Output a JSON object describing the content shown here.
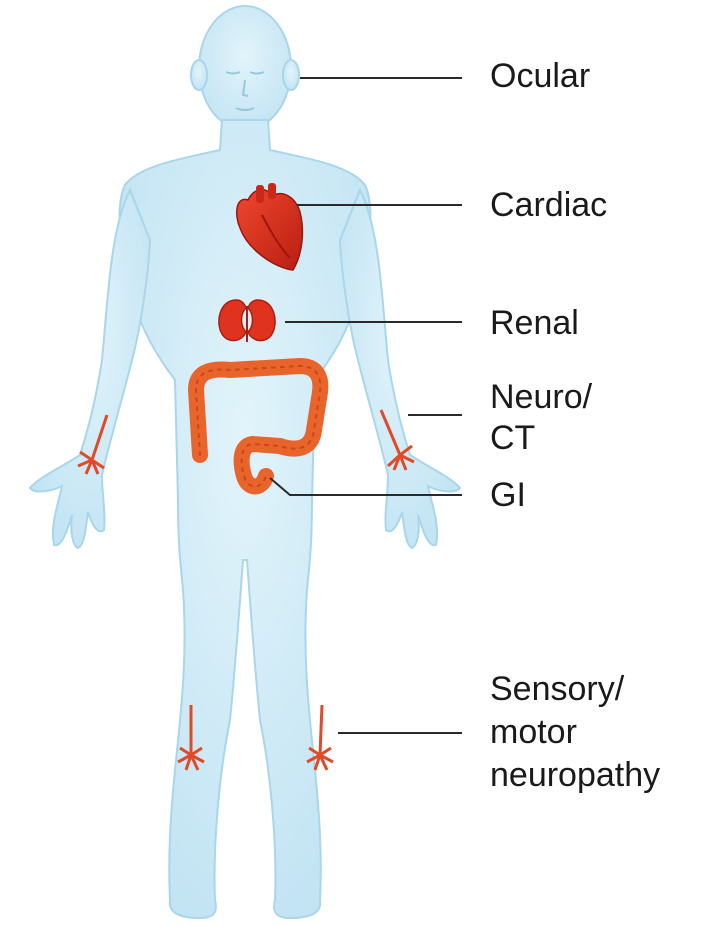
{
  "labels": {
    "ocular": "Ocular",
    "cardiac": "Cardiac",
    "renal": "Renal",
    "neuro_line1": "Neuro/",
    "neuro_line2": "CT",
    "gi": "GI",
    "sensory_line1": "Sensory/",
    "sensory_line2": "motor",
    "sensory_line3": "neuropathy"
  },
  "colors": {
    "body_fill": "#cfeaf6",
    "body_outline": "#a9d6ea",
    "organ_red": "#e0331f",
    "organ_orange": "#e8642a",
    "nerve": "#e04a28",
    "leader_line": "#2a2a2a",
    "text": "#1a1a1a"
  }
}
